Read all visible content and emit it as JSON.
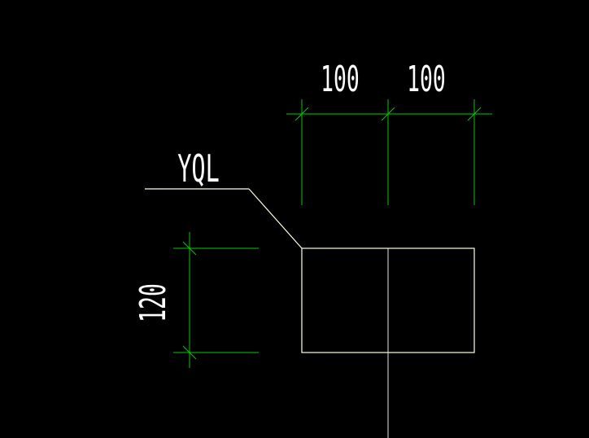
{
  "colors": {
    "background": "#000000",
    "outline": "#ffffe6",
    "dimension": "#00c800",
    "text": "#ffffff"
  },
  "label": "YQL",
  "dimensions": {
    "top_left": "100",
    "top_right": "100",
    "left_vertical": "120"
  }
}
